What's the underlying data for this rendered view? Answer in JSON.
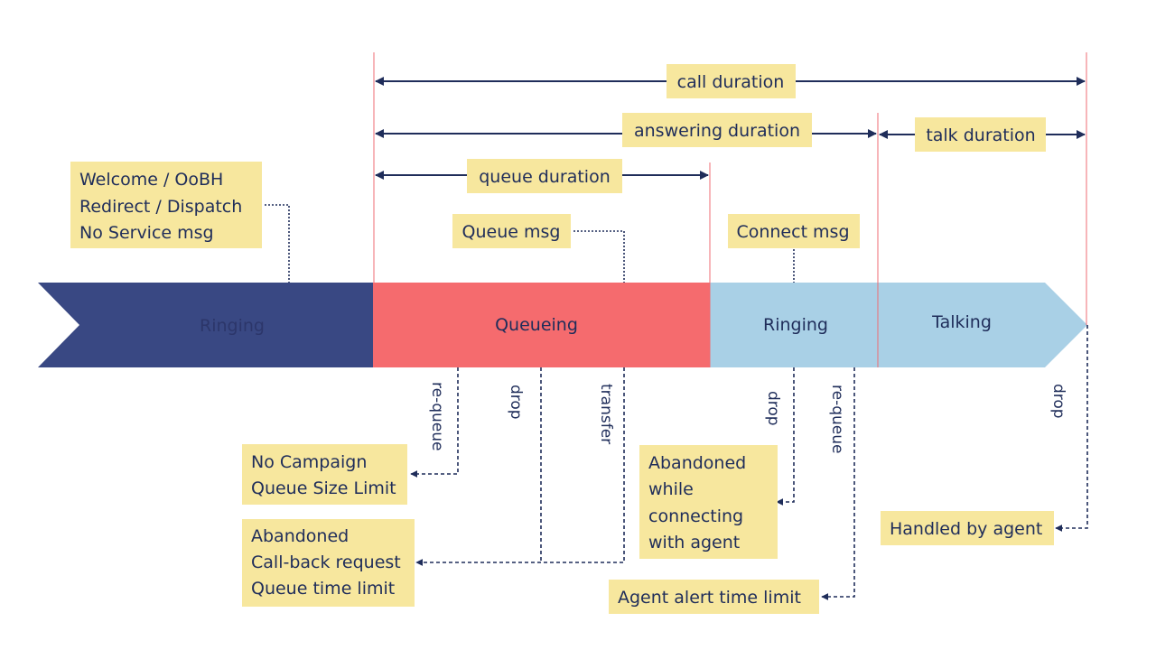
{
  "colors": {
    "ringing_initial": "#394883",
    "queueing": "#f56b6e",
    "ringing_agent": "#a9d0e6",
    "talking": "#a9d0e6",
    "note_bg": "#f7e79e",
    "text": "#1f2d5a",
    "boundary": "#ef6b73"
  },
  "phases": [
    {
      "id": "ringing-initial",
      "label": "Ringing"
    },
    {
      "id": "queueing",
      "label": "Queueing"
    },
    {
      "id": "ringing-agent",
      "label": "Ringing"
    },
    {
      "id": "talking",
      "label": "Talking"
    }
  ],
  "durations": {
    "call": "call duration",
    "answering": "answering duration",
    "talk": "talk duration",
    "queue": "queue duration"
  },
  "messages": {
    "initial": [
      "Welcome / OoBH",
      "Redirect / Dispatch",
      "No Service msg"
    ],
    "queue": "Queue msg",
    "connect": "Connect msg"
  },
  "transitions": {
    "queue_requeue": "re-queue",
    "queue_drop": "drop",
    "queue_transfer": "transfer",
    "ringing_drop": "drop",
    "ringing_requeue": "re-queue",
    "talking_drop": "drop"
  },
  "outcomes": {
    "no_campaign": [
      "No Campaign",
      "Queue Size Limit"
    ],
    "abandoned_queue": [
      "Abandoned",
      "Call-back request",
      "Queue time limit"
    ],
    "abandoned_connecting": [
      "Abandoned",
      "while",
      "connecting",
      "with agent"
    ],
    "agent_alert": "Agent alert time limit",
    "handled": "Handled by agent"
  }
}
